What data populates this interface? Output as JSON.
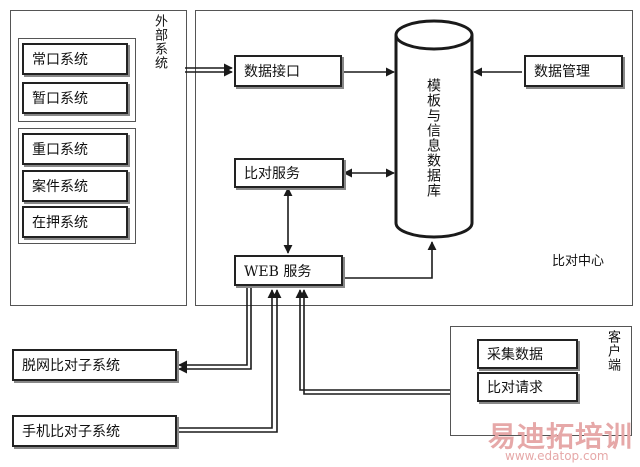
{
  "external": {
    "label": "外部系统",
    "group1": [
      "常口系统",
      "暂口系统"
    ],
    "group2": [
      "重口系统",
      "案件系统",
      "在押系统"
    ]
  },
  "center": {
    "label": "比对中心",
    "data_interface": "数据接口",
    "compare_service": "比对服务",
    "web_service": "WEB 服务",
    "database": "模板与信息数据库",
    "data_management": "数据管理"
  },
  "client": {
    "label": "客户端",
    "collect": "采集数据",
    "request": "比对请求"
  },
  "subsystems": {
    "offline": "脱网比对子系统",
    "mobile": "手机比对子系统"
  },
  "watermark": {
    "brand": "易迪拓培训",
    "url": "www.edatop.com"
  },
  "colors": {
    "line": "#1a1a1a",
    "watermark": "#e6a8a8"
  }
}
